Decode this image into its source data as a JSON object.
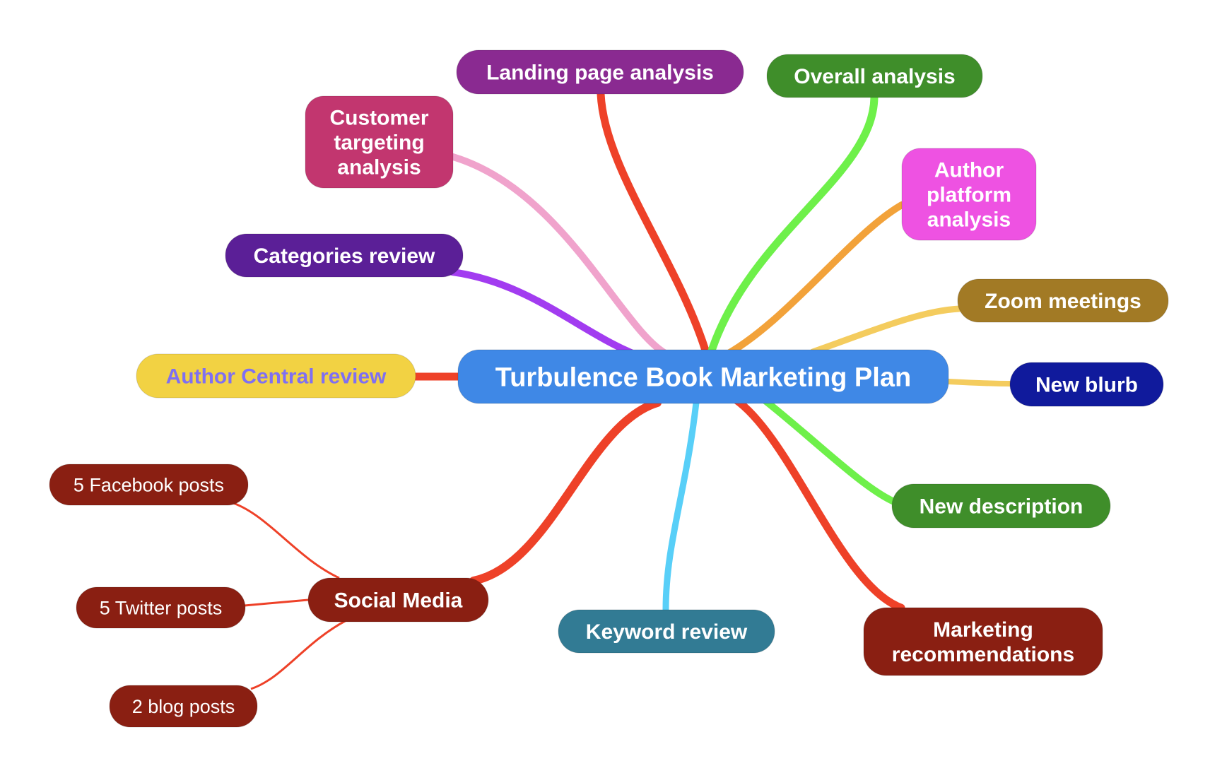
{
  "central": {
    "label": "Turbulence Book Marketing Plan",
    "fill": "#3f88e6",
    "text_color": "#ffffff"
  },
  "branches": [
    {
      "id": "landing-page-analysis",
      "lines": [
        "Landing page analysis"
      ],
      "fill": "#8a2a91",
      "text_color": "#ffffff",
      "link_color": "#ee4128"
    },
    {
      "id": "overall-analysis",
      "lines": [
        "Overall analysis"
      ],
      "fill": "#3f8e2a",
      "text_color": "#ffffff",
      "link_color": "#6ef04a"
    },
    {
      "id": "customer-targeting-analysis",
      "lines": [
        "Customer",
        "targeting",
        "analysis"
      ],
      "fill": "#c2366f",
      "text_color": "#ffffff",
      "link_color": "#f0a3cc"
    },
    {
      "id": "author-platform-analysis",
      "lines": [
        "Author",
        "platform",
        "analysis"
      ],
      "fill": "#ee52e2",
      "text_color": "#ffffff",
      "link_color": "#f2a23a"
    },
    {
      "id": "categories-review",
      "lines": [
        "Categories review"
      ],
      "fill": "#5b1f97",
      "text_color": "#ffffff",
      "link_color": "#a23cf0"
    },
    {
      "id": "zoom-meetings",
      "lines": [
        "Zoom meetings"
      ],
      "fill": "#a27a25",
      "text_color": "#ffffff",
      "link_color": "#f4cc5e"
    },
    {
      "id": "author-central-review",
      "lines": [
        "Author Central review"
      ],
      "fill": "#f2d243",
      "text_color": "#7f6ff2",
      "link_color": "#ee4128"
    },
    {
      "id": "new-blurb",
      "lines": [
        "New blurb"
      ],
      "fill": "#101a9c",
      "text_color": "#ffffff",
      "link_color": "#f4cc5e"
    },
    {
      "id": "new-description",
      "lines": [
        "New description"
      ],
      "fill": "#3f8e2a",
      "text_color": "#ffffff",
      "link_color": "#6ef04a"
    },
    {
      "id": "social-media",
      "lines": [
        "Social Media"
      ],
      "fill": "#8a1f12",
      "text_color": "#ffffff",
      "link_color": "#ee4128"
    },
    {
      "id": "keyword-review",
      "lines": [
        "Keyword review"
      ],
      "fill": "#327b94",
      "text_color": "#ffffff",
      "link_color": "#58cff8"
    },
    {
      "id": "marketing-recommendations",
      "lines": [
        "Marketing",
        "recommendations"
      ],
      "fill": "#8a1f12",
      "text_color": "#ffffff",
      "link_color": "#ee4128"
    }
  ],
  "social_children": [
    {
      "id": "facebook-posts",
      "label": "5 Facebook posts",
      "fill": "#8a1f12",
      "text_color": "#ffffff"
    },
    {
      "id": "twitter-posts",
      "label": "5 Twitter posts",
      "fill": "#8a1f12",
      "text_color": "#ffffff"
    },
    {
      "id": "blog-posts",
      "label": "2 blog posts",
      "fill": "#8a1f12",
      "text_color": "#ffffff"
    }
  ],
  "child_link_color": "#ee4128"
}
